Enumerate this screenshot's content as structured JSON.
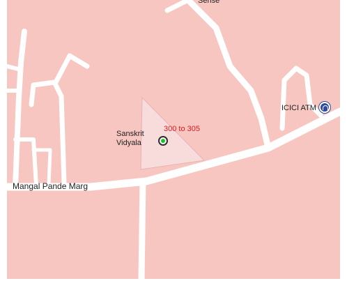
{
  "map": {
    "background_color": "#f7c6c0",
    "road_color": "#ffffff",
    "area_fill_color": "#f8dcdc",
    "labels": {
      "top_partial": "Sense",
      "icici_atm": "ICICI ATM",
      "school_line1": "Sanskrit",
      "school_line2": "Vidyala",
      "range": "300 to 305",
      "road": "Mangal Pande Marg"
    },
    "icons": {
      "atm": "atm-icon",
      "school": "location-marker-icon"
    },
    "range_color": "#e0191f"
  }
}
